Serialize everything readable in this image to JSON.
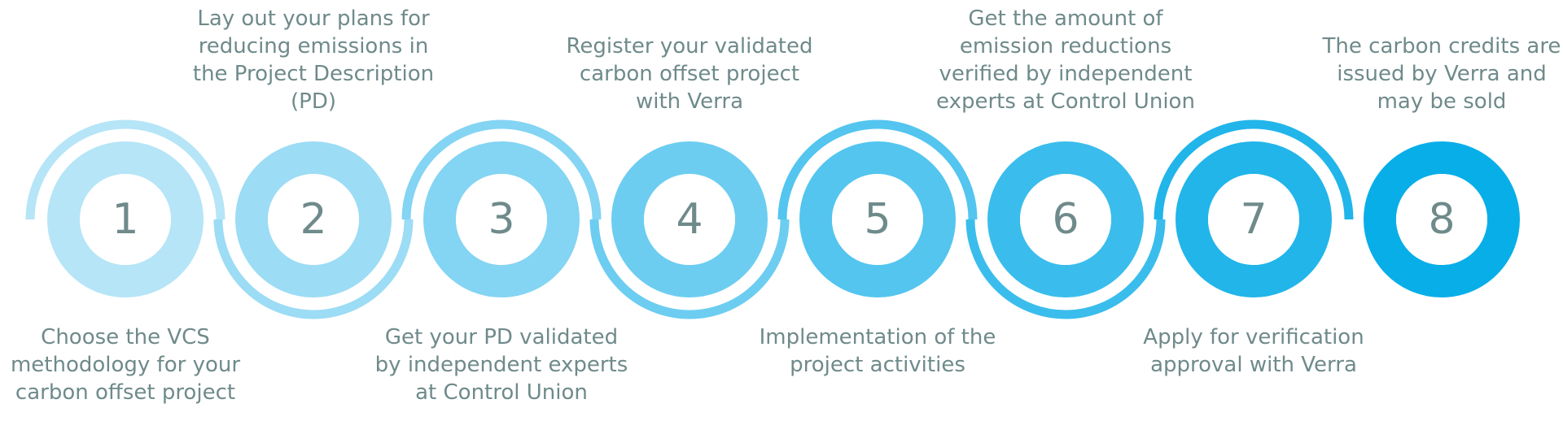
{
  "palette": {
    "text": "#6f8a8a",
    "steps": [
      "#b5e5f7",
      "#9cdcf5",
      "#84d4f3",
      "#6ccdf1",
      "#53c5ef",
      "#3abdec",
      "#21b5ea",
      "#08aee8"
    ]
  },
  "steps": [
    {
      "number": "1",
      "caption": "Choose the VCS methodology for your carbon offset project"
    },
    {
      "number": "2",
      "caption": "Lay out your plans for reducing emissions in the Project Description (PD)"
    },
    {
      "number": "3",
      "caption": "Get your PD validated by independent experts at Control Union"
    },
    {
      "number": "4",
      "caption": "Register your validated carbon offset project with Verra"
    },
    {
      "number": "5",
      "caption": "Implementation of the project activities"
    },
    {
      "number": "6",
      "caption": "Get the amount of emission reductions verified by independent experts at Control Union"
    },
    {
      "number": "7",
      "caption": "Apply for verification approval with Verra"
    },
    {
      "number": "8",
      "caption": "The carbon credits are issued by Verra and may be sold"
    }
  ]
}
